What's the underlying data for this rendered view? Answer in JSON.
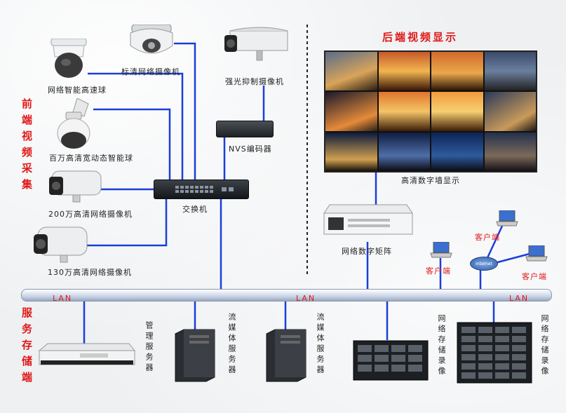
{
  "sections": {
    "front": "前端视频采集",
    "back_display": "后端视频显示",
    "storage": "服务存储端"
  },
  "devices": {
    "speed_dome": "网络智能高速球",
    "std_cam": "标清网络摄像机",
    "hd_dome": "百万高清宽动态智能球",
    "cam_200": "200万高清网络摄像机",
    "cam_130": "130万高清网络摄像机",
    "strong_light_cam": "强光抑制摄像机",
    "nvs_encoder": "NVS编码器",
    "switch": "交换机",
    "video_wall": "高清数字墙显示",
    "matrix": "网络数字矩阵",
    "client": "客户端",
    "internet": "Internet",
    "mgmt_server": "管理服务器",
    "stream_server": "流媒体服务器",
    "storage_recorder": "网络存储录像"
  },
  "lan_label": "LAN",
  "colors": {
    "accent_red": "#e01818",
    "link_blue": "#1a3fd9"
  }
}
